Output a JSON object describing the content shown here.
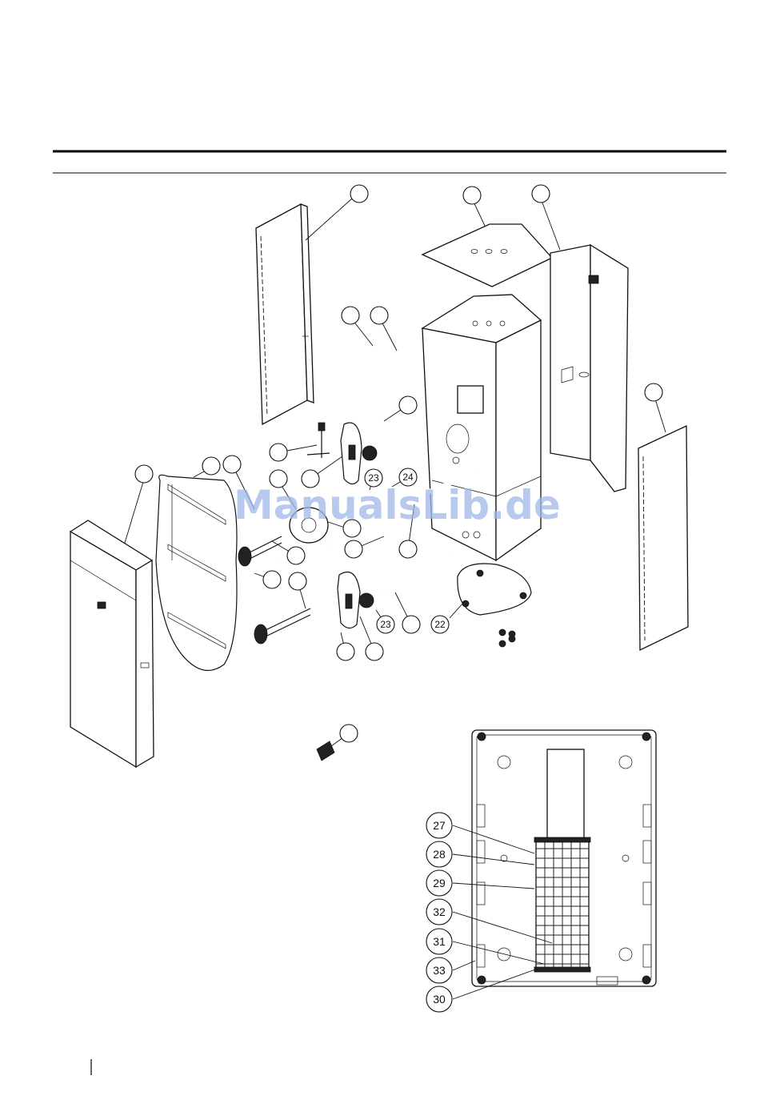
{
  "watermark": "ManualsLib.de",
  "callouts": [
    {
      "id": "blank-1",
      "label": ""
    },
    {
      "id": "blank-2",
      "label": ""
    },
    {
      "id": "blank-3",
      "label": ""
    },
    {
      "id": "22",
      "label": "22"
    },
    {
      "id": "23a",
      "label": "23"
    },
    {
      "id": "23b",
      "label": "23"
    },
    {
      "id": "24",
      "label": "24"
    },
    {
      "id": "27",
      "label": "27"
    },
    {
      "id": "28",
      "label": "28"
    },
    {
      "id": "29",
      "label": "29"
    },
    {
      "id": "32",
      "label": "32"
    },
    {
      "id": "31",
      "label": "31"
    },
    {
      "id": "33",
      "label": "33"
    },
    {
      "id": "30",
      "label": "30"
    }
  ]
}
